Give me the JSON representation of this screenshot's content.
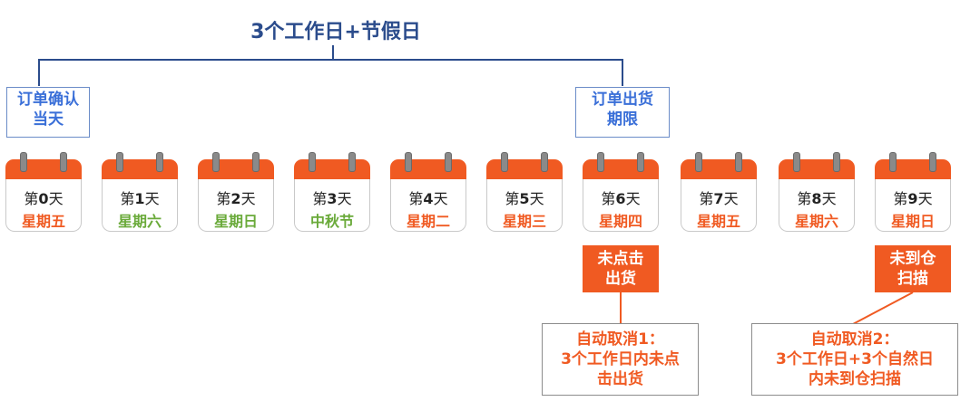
{
  "title": "3个工作日+节假日",
  "markers": {
    "confirm": [
      "订单确认",
      "当天"
    ],
    "deadline": [
      "订单出货",
      "期限"
    ]
  },
  "days": [
    {
      "prefix": "第",
      "num": "0",
      "suffix": "天",
      "weekday": "星期五",
      "color": "#f05a22"
    },
    {
      "prefix": "第",
      "num": "1",
      "suffix": "天",
      "weekday": "星期六",
      "color": "#6aaa3a"
    },
    {
      "prefix": "第",
      "num": "2",
      "suffix": "天",
      "weekday": "星期日",
      "color": "#6aaa3a"
    },
    {
      "prefix": "第",
      "num": "3",
      "suffix": "天",
      "weekday": "中秋节",
      "color": "#6aaa3a"
    },
    {
      "prefix": "第",
      "num": "4",
      "suffix": "天",
      "weekday": "星期二",
      "color": "#f05a22"
    },
    {
      "prefix": "第",
      "num": "5",
      "suffix": "天",
      "weekday": "星期三",
      "color": "#f05a22"
    },
    {
      "prefix": "第",
      "num": "6",
      "suffix": "天",
      "weekday": "星期四",
      "color": "#f05a22"
    },
    {
      "prefix": "第",
      "num": "7",
      "suffix": "天",
      "weekday": "星期五",
      "color": "#f05a22"
    },
    {
      "prefix": "第",
      "num": "8",
      "suffix": "天",
      "weekday": "星期六",
      "color": "#f05a22"
    },
    {
      "prefix": "第",
      "num": "9",
      "suffix": "天",
      "weekday": "星期日",
      "color": "#f05a22"
    }
  ],
  "tags": {
    "not_shipped": [
      "未点击",
      "出货"
    ],
    "not_scanned": [
      "未到仓",
      "扫描"
    ]
  },
  "notes": {
    "cancel1": [
      "自动取消1：",
      "3个工作日内未点",
      "击出货"
    ],
    "cancel2": [
      "自动取消2：",
      "3个工作日+3个自然日",
      "内未到仓扫描"
    ]
  },
  "colors": {
    "accent": "#f05a22",
    "navy": "#2b4c8c",
    "blue": "#3a6fd8",
    "green": "#6aaa3a"
  }
}
